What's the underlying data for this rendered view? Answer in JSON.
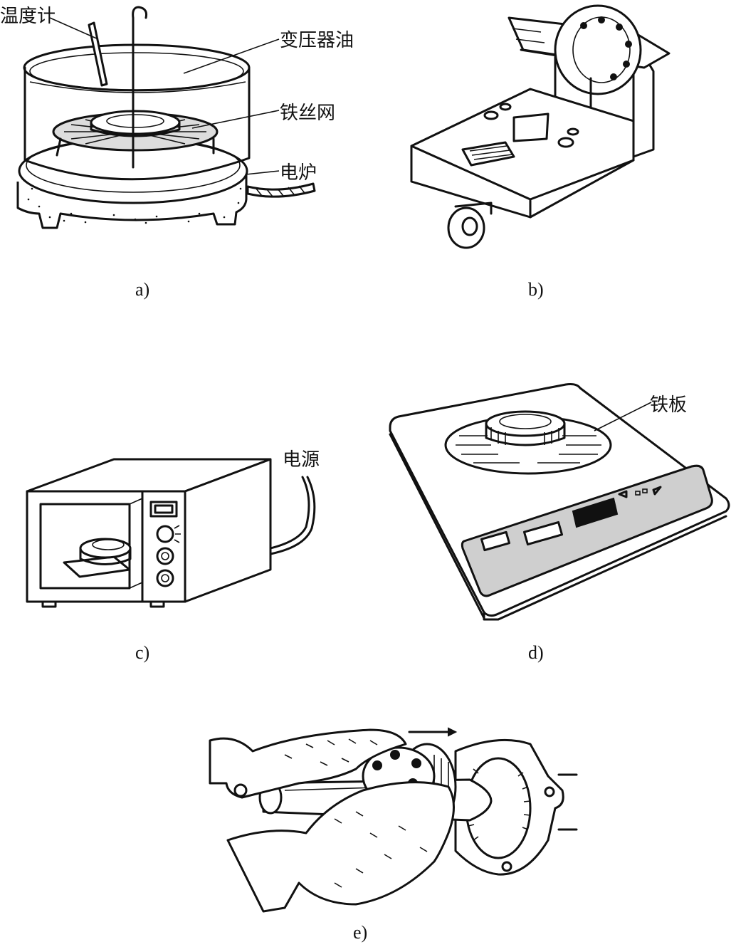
{
  "labels": {
    "thermometer": "温度计",
    "transformer_oil": "变压器油",
    "wire_mesh": "铁丝网",
    "electric_stove": "电炉",
    "power_source": "电源",
    "iron_plate": "铁板"
  },
  "captions": {
    "a": "a)",
    "b": "b)",
    "c": "c)",
    "d": "d)",
    "e": "e)"
  }
}
